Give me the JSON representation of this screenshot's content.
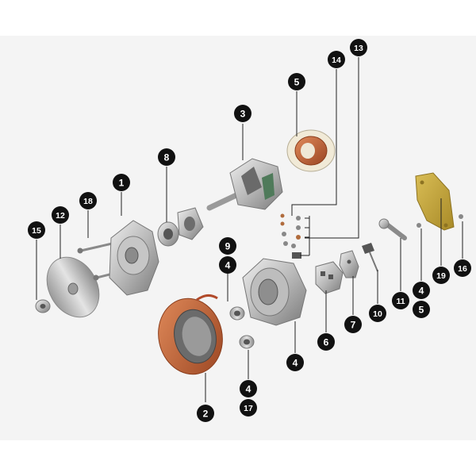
{
  "callouts": {
    "c1": "1",
    "c2": "2",
    "c3": "3",
    "c4a": "4",
    "c4b": "4",
    "c4c": "4",
    "c4d": "4",
    "c5a": "5",
    "c5b": "5",
    "c6": "6",
    "c7": "7",
    "c8": "8",
    "c9": "9",
    "c10": "10",
    "c11": "11",
    "c12": "12",
    "c13": "13",
    "c14": "14",
    "c15": "15",
    "c16": "16",
    "c17": "17",
    "c18": "18",
    "c19": "19"
  },
  "colors": {
    "background": "#ffffff",
    "band": "#f2f2f2",
    "metal_light": "#d6d6d6",
    "metal_mid": "#a9a9a9",
    "metal_dark": "#6e6e6e",
    "copper": "#c86a3c",
    "copper_dark": "#8a3d1c",
    "insulator": "#efe8d6",
    "gasket": "#c9a93c",
    "callout_fill": "#111111",
    "callout_text": "#ffffff",
    "leader": "#222222"
  }
}
